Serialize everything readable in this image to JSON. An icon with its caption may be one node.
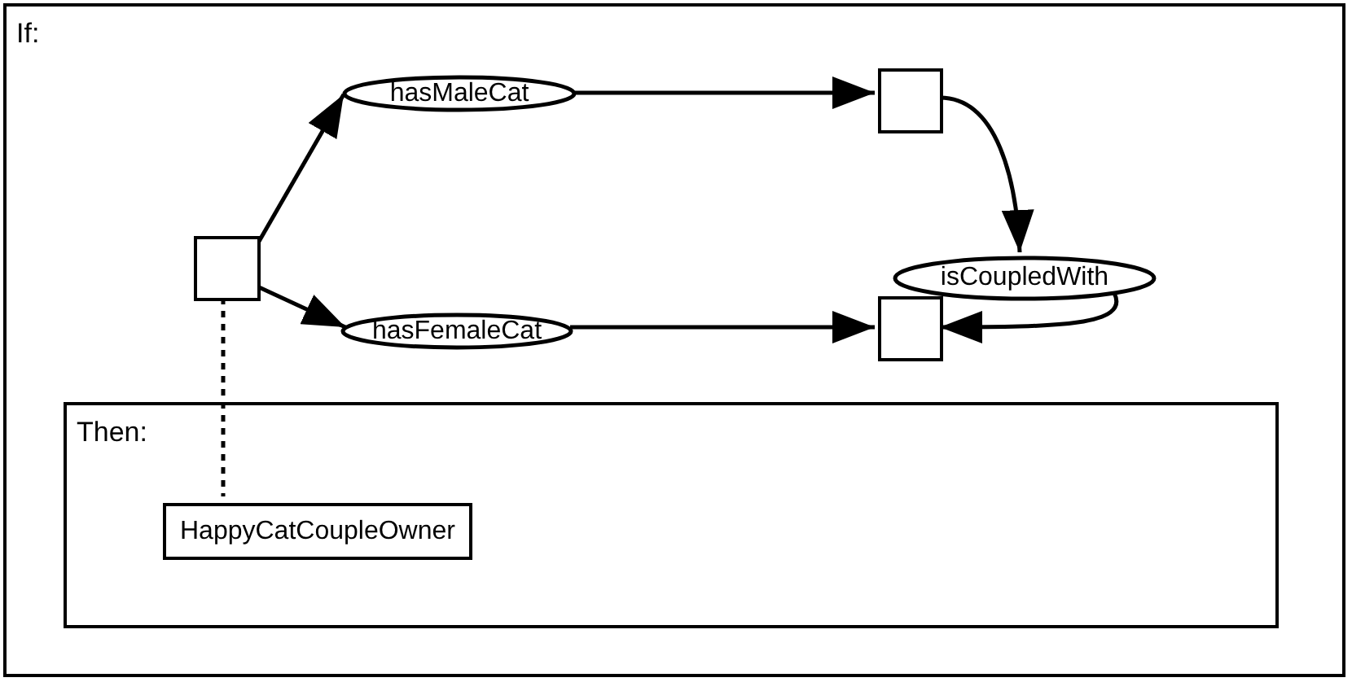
{
  "diagram": {
    "nodes": [
      {
        "text": [
          "If:"
        ]
      },
      {
        "text": [],
        "shape": "box",
        "in": 0
      },
      {
        "text": [
          "hasMaleCat"
        ],
        "in": 0
      },
      {
        "text": [],
        "shape": "box",
        "in": 0
      },
      {
        "text": [
          "isCoupledWith"
        ],
        "in": 0
      },
      {
        "text": [
          "hasFemaleCat"
        ],
        "in": 0
      },
      {
        "text": [],
        "shape": "box",
        "in": 0
      },
      {
        "text": [
          "Then:"
        ],
        "in": 0
      },
      {
        "text": [
          "HappyCatCoupleOwner"
        ],
        "in": 7
      }
    ],
    "edges": [
      {
        "from": 1,
        "to": 2,
        "arrow": "to"
      },
      {
        "from": 1,
        "to": 5,
        "arrow": "to"
      },
      {
        "from": 2,
        "to": 3,
        "arrow": "to"
      },
      {
        "from": 3,
        "to": 4,
        "arrow": "to"
      },
      {
        "from": 5,
        "to": 6,
        "arrow": "to"
      },
      {
        "from": 4,
        "to": 6,
        "arrow": "to"
      },
      {
        "from": 1,
        "to": 8,
        "arrow": "none",
        "style": "dashed"
      }
    ]
  }
}
